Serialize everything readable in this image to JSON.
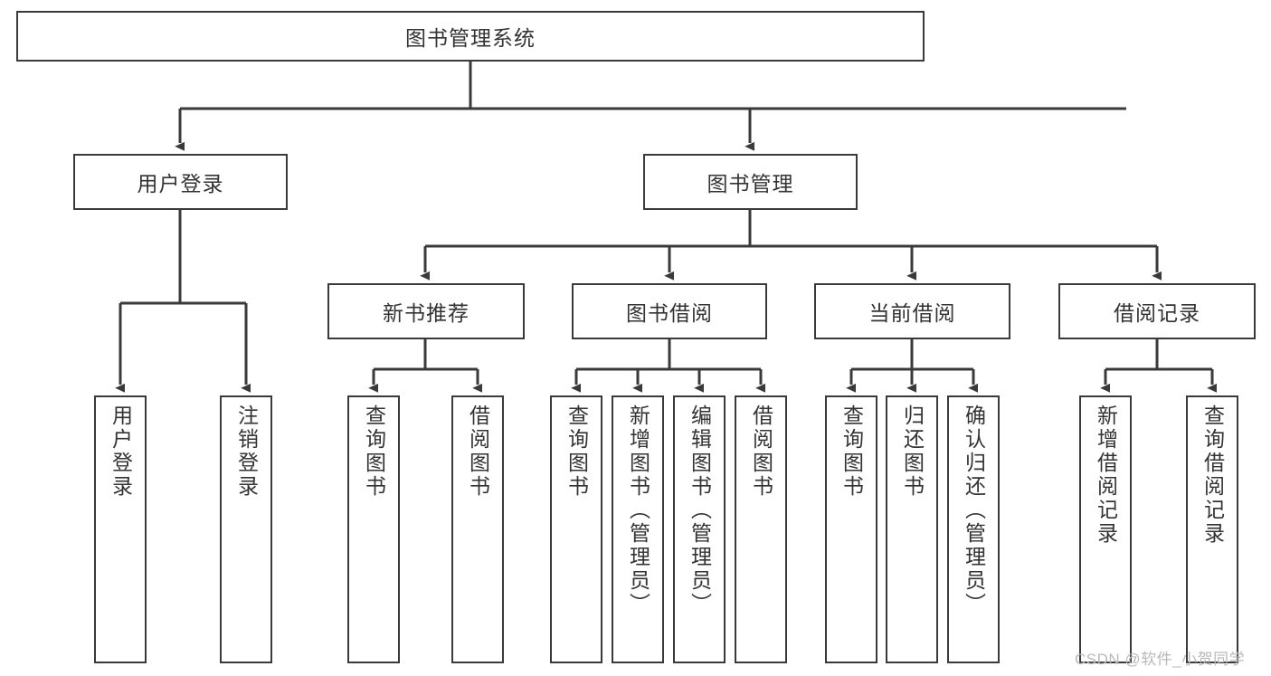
{
  "diagram": {
    "title": "图书管理系统",
    "nodes": {
      "root": {
        "label": "图书管理系统"
      },
      "level2": [
        {
          "id": "user-login",
          "label": "用户登录"
        },
        {
          "id": "book-management",
          "label": "图书管理"
        }
      ],
      "level3": [
        {
          "id": "new-book-recommend",
          "label": "新书推荐"
        },
        {
          "id": "book-borrow",
          "label": "图书借阅"
        },
        {
          "id": "current-borrow",
          "label": "当前借阅"
        },
        {
          "id": "borrow-record",
          "label": "借阅记录"
        }
      ],
      "leaves": [
        {
          "id": "leaf-user-login",
          "label": "用户登录",
          "parent": "user-login"
        },
        {
          "id": "leaf-logout-login",
          "label": "注销登录",
          "parent": "user-login"
        },
        {
          "id": "leaf-query-book-1",
          "label": "查询图书",
          "parent": "new-book-recommend"
        },
        {
          "id": "leaf-borrow-book-1",
          "label": "借阅图书",
          "parent": "new-book-recommend"
        },
        {
          "id": "leaf-query-book-2",
          "label": "查询图书",
          "parent": "book-borrow"
        },
        {
          "id": "leaf-add-book",
          "label": "新增图书（管理员）",
          "parent": "book-borrow"
        },
        {
          "id": "leaf-edit-book",
          "label": "编辑图书（管理员）",
          "parent": "book-borrow"
        },
        {
          "id": "leaf-borrow-book-2",
          "label": "借阅图书",
          "parent": "book-borrow"
        },
        {
          "id": "leaf-query-book-3",
          "label": "查询图书",
          "parent": "current-borrow"
        },
        {
          "id": "leaf-return-book",
          "label": "归还图书",
          "parent": "current-borrow"
        },
        {
          "id": "leaf-confirm-return",
          "label": "确认归还（管理员）",
          "parent": "current-borrow"
        },
        {
          "id": "leaf-add-record",
          "label": "新增借阅记录",
          "parent": "borrow-record"
        },
        {
          "id": "leaf-query-record",
          "label": "查询借阅记录",
          "parent": "borrow-record"
        }
      ]
    },
    "colors": {
      "stroke": "#3a3a3a",
      "text": "#333333",
      "background": "#ffffff",
      "watermark": "#b9b9b9"
    }
  },
  "watermark": {
    "text": "CSDN @软件_小贺同学"
  }
}
